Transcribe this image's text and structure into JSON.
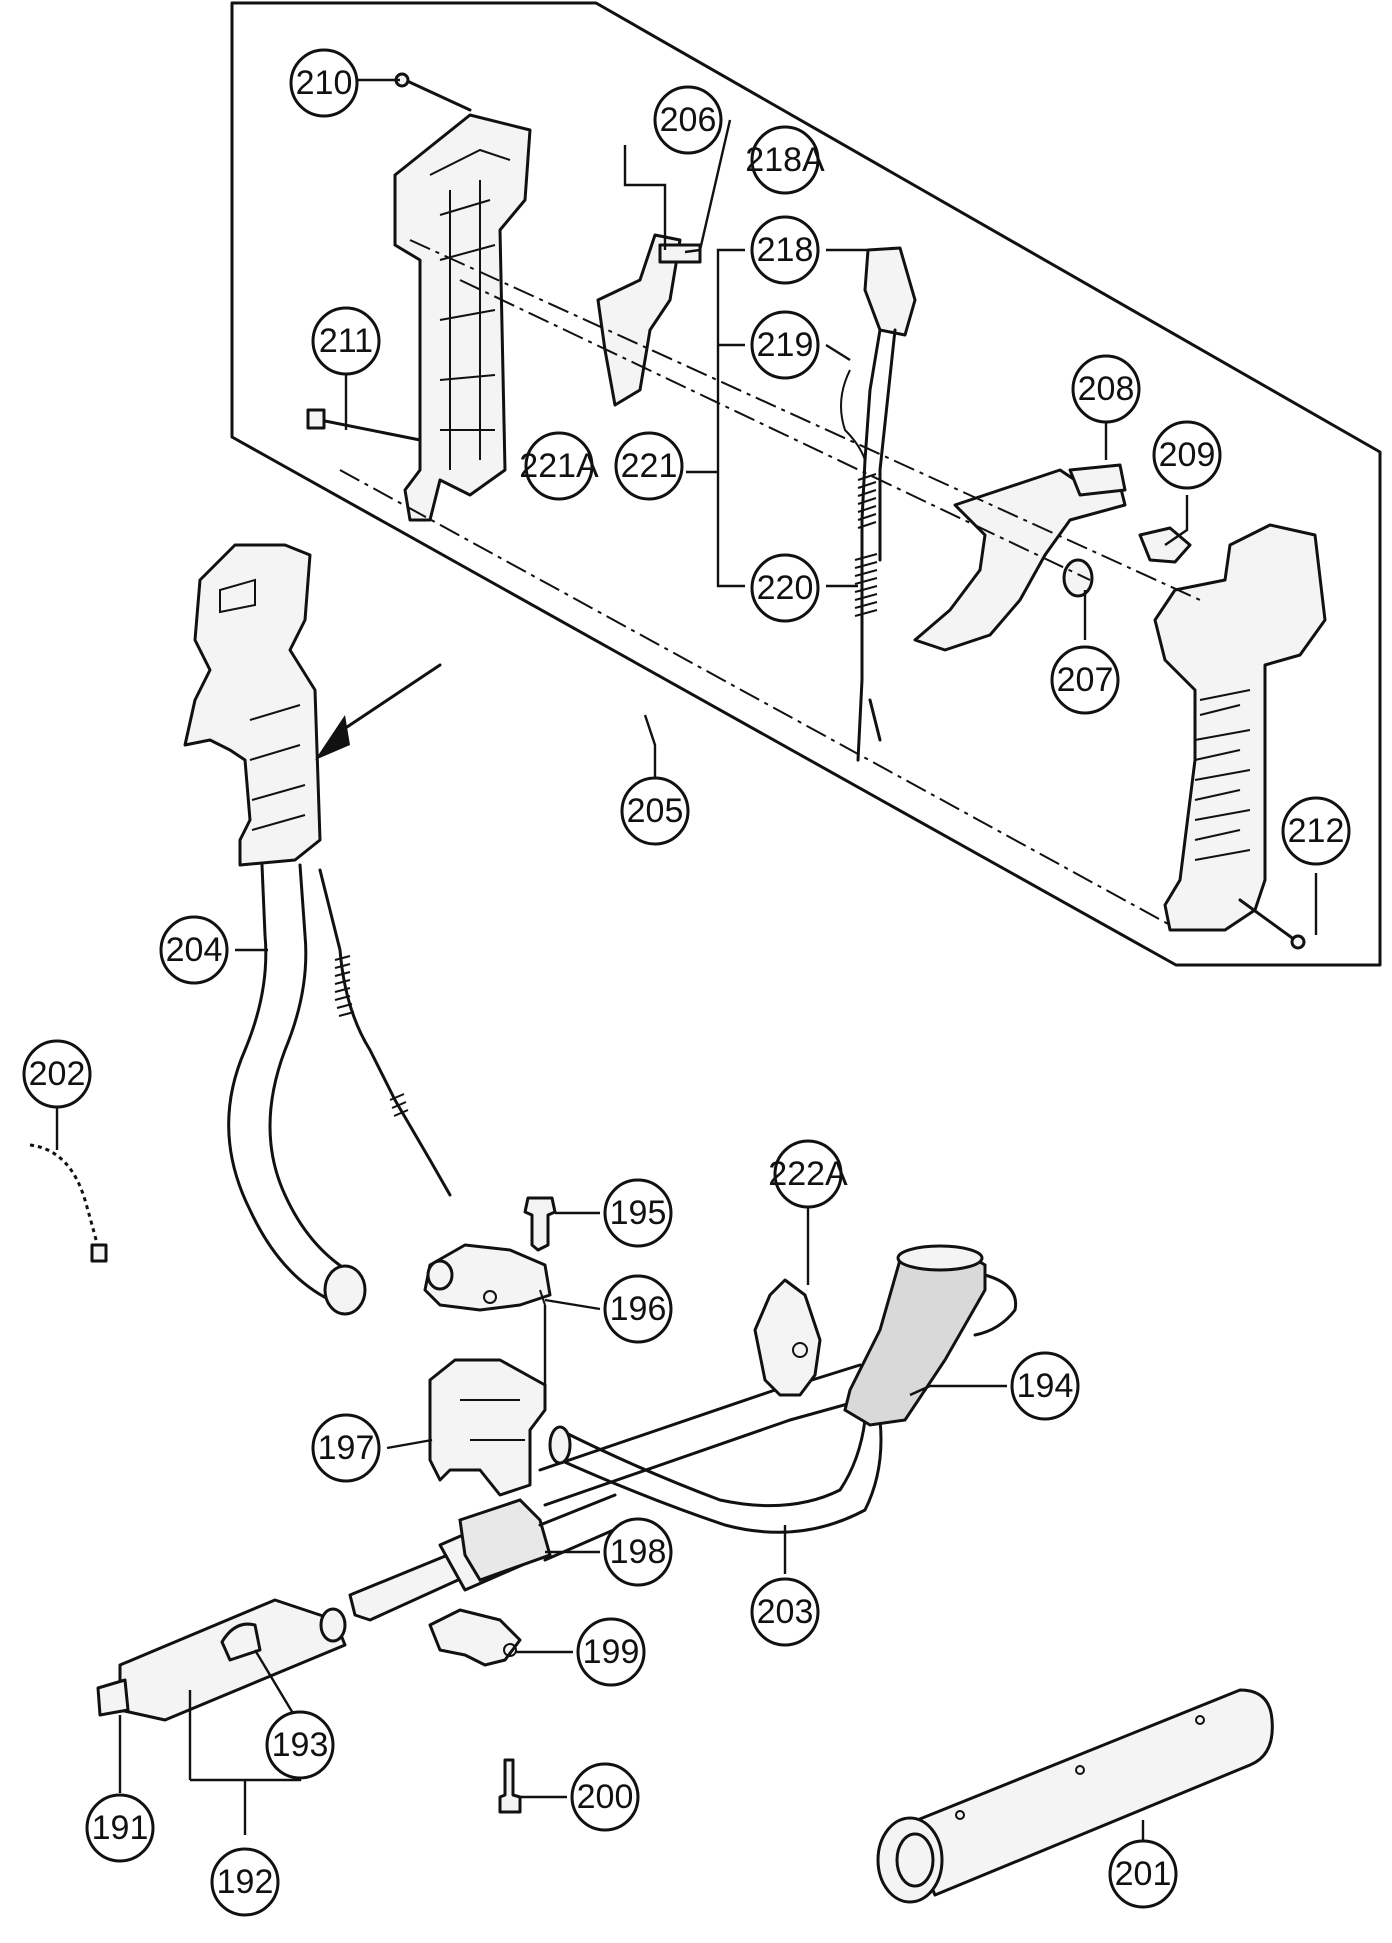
{
  "callouts": {
    "c191": "191",
    "c192": "192",
    "c193": "193",
    "c194": "194",
    "c195": "195",
    "c196": "196",
    "c197": "197",
    "c198": "198",
    "c199": "199",
    "c200": "200",
    "c201": "201",
    "c202": "202",
    "c203": "203",
    "c204": "204",
    "c205": "205",
    "c206": "206",
    "c207": "207",
    "c208": "208",
    "c209": "209",
    "c210": "210",
    "c211": "211",
    "c212": "212",
    "c218": "218",
    "c218A": "218A",
    "c219": "219",
    "c220": "220",
    "c221": "221",
    "c221A": "221A",
    "c222A": "222A"
  }
}
